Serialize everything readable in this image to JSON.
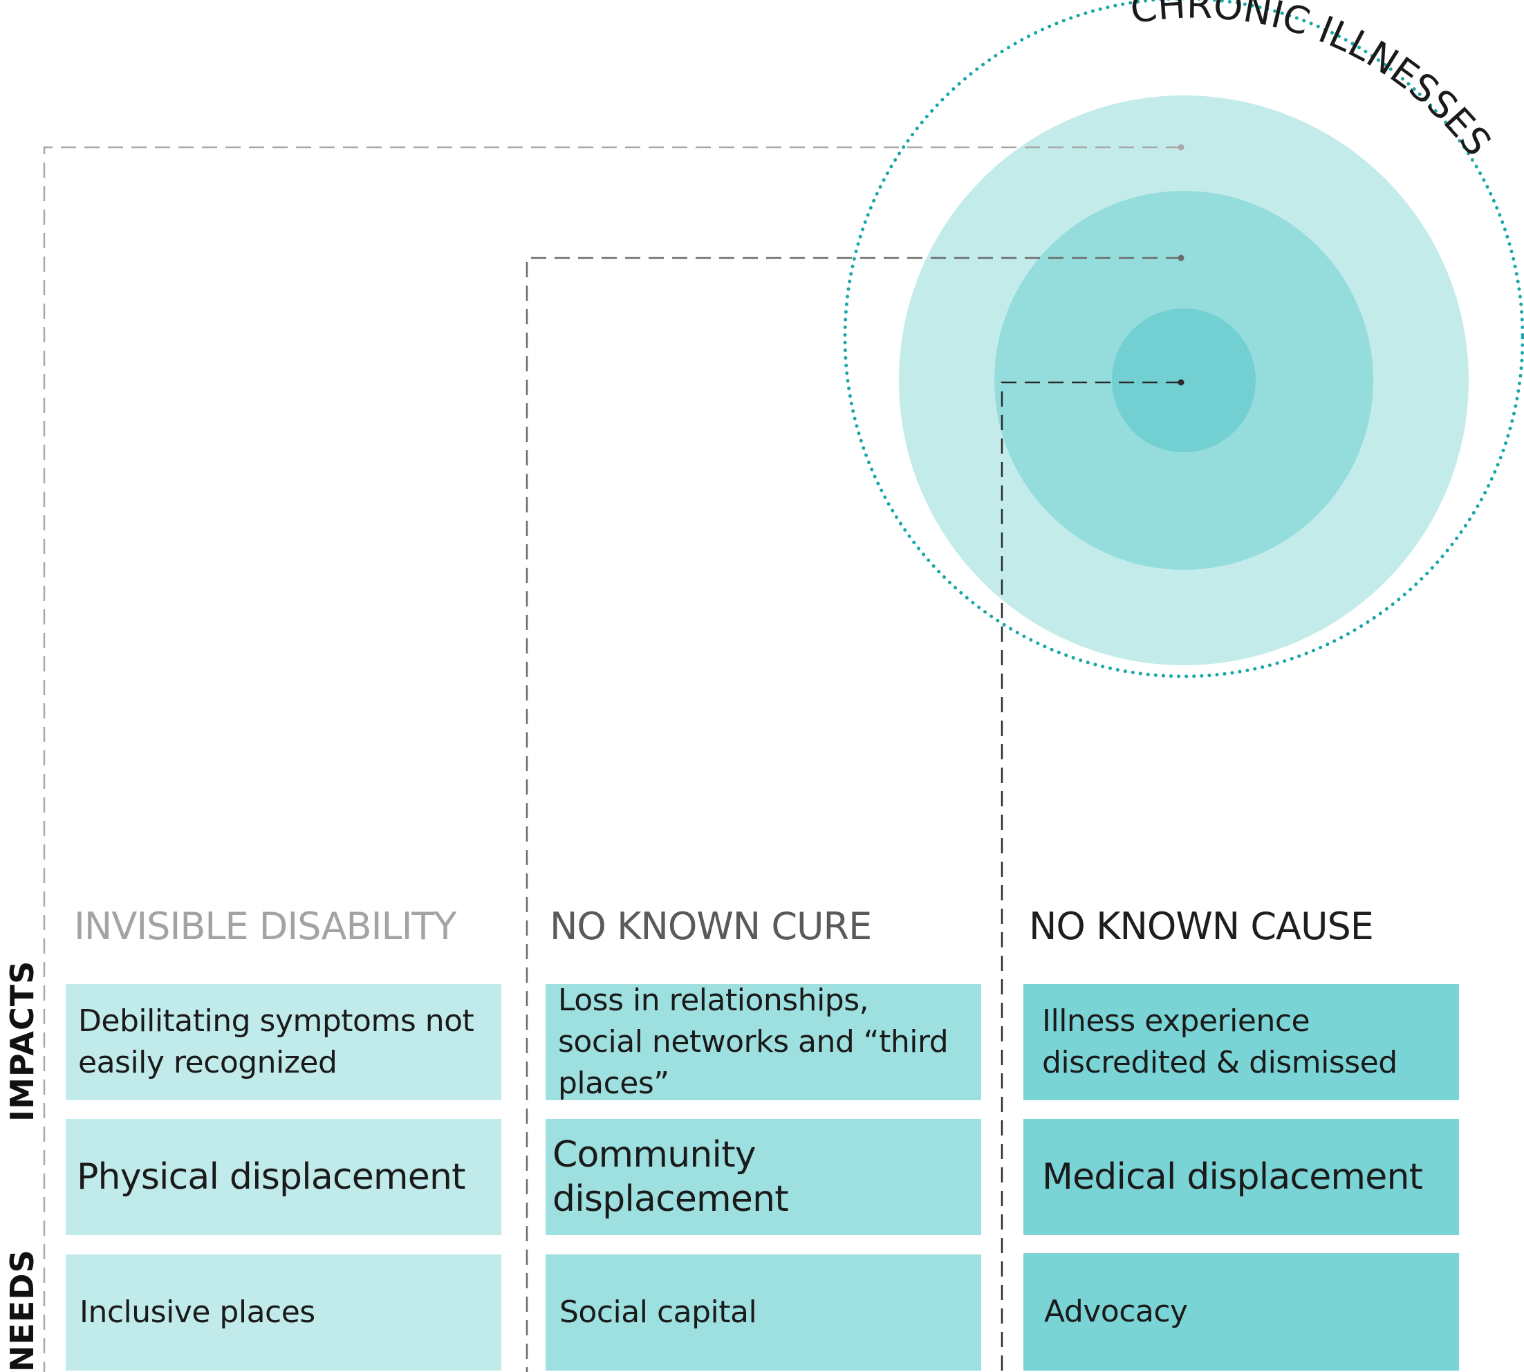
{
  "title": "CHRONIC ILLNESSES",
  "colors": {
    "outer_ring": "#19a6a6",
    "circle_outer": "#c2ebea",
    "circle_middle": "#95dcdd",
    "circle_inner": "#72cfd2",
    "col1_cell": "#c1ebea",
    "col2_cell": "#9ee0e0",
    "col3_cell": "#7ad4d6"
  },
  "row_labels": {
    "impacts": "IMPACTS",
    "needs": "NEEDS"
  },
  "columns": [
    {
      "header": "INVISIBLE DISABILITY",
      "header_color": "#a3a3a3",
      "impact": "Debilitating symptoms not easily recognized",
      "displacement": "Physical displacement",
      "need": "Inclusive places"
    },
    {
      "header": "NO KNOWN CURE",
      "header_color": "#5a5a5a",
      "impact": "Loss in relationships,  social networks and “third places”",
      "displacement": "Community displacement",
      "need": "Social capital"
    },
    {
      "header": "NO KNOWN CAUSE",
      "header_color": "#1e1e1e",
      "impact": "Illness experience discredited & dismissed",
      "displacement": "Medical displacement",
      "need": "Advocacy"
    }
  ]
}
